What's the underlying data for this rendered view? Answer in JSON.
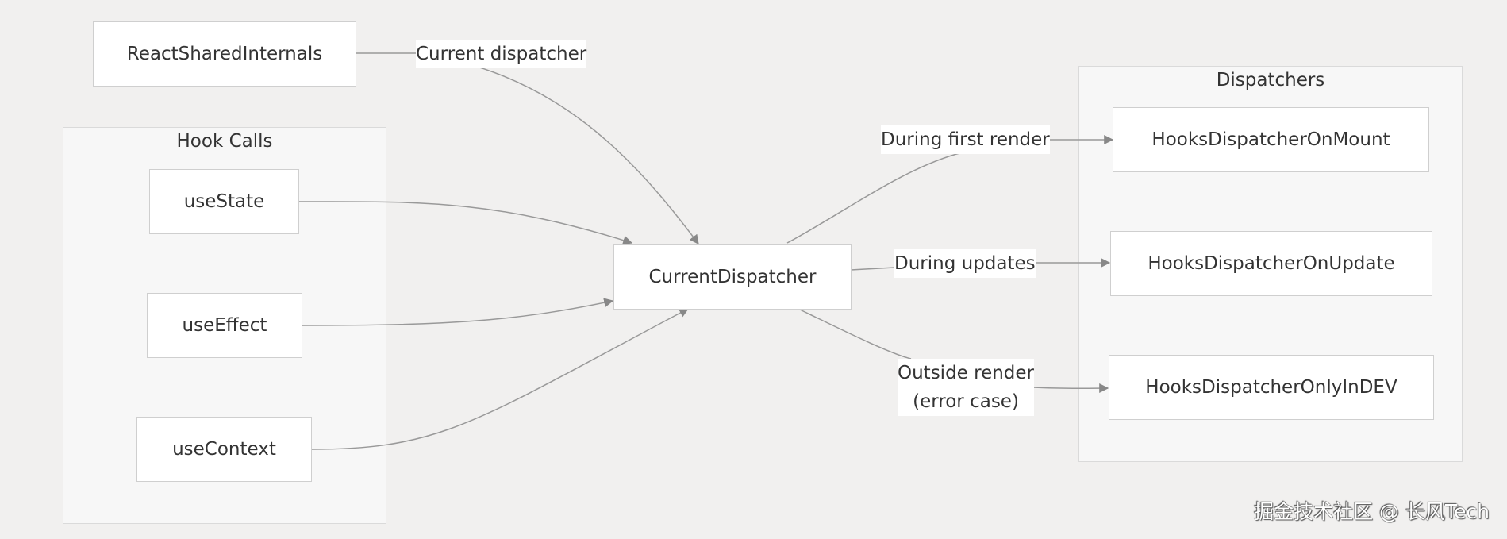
{
  "clusters": {
    "hook_calls": {
      "title": "Hook Calls"
    },
    "dispatchers": {
      "title": "Dispatchers"
    }
  },
  "nodes": {
    "react_shared_internals": "ReactSharedInternals",
    "use_state": "useState",
    "use_effect": "useEffect",
    "use_context": "useContext",
    "current_dispatcher": "CurrentDispatcher",
    "on_mount": "HooksDispatcherOnMount",
    "on_update": "HooksDispatcherOnUpdate",
    "only_in_dev": "HooksDispatcherOnlyInDEV"
  },
  "edge_labels": {
    "current_dispatcher": "Current dispatcher",
    "first_render": "During first render",
    "updates": "During updates",
    "outside_render_line1": "Outside render",
    "outside_render_line2": "(error case)"
  },
  "watermark": "掘金技术社区 @ 长风Tech",
  "colors": {
    "background": "#f1f0ef",
    "cluster_fill": "#f7f7f7",
    "node_fill": "#ffffff",
    "edge": "#888888"
  }
}
